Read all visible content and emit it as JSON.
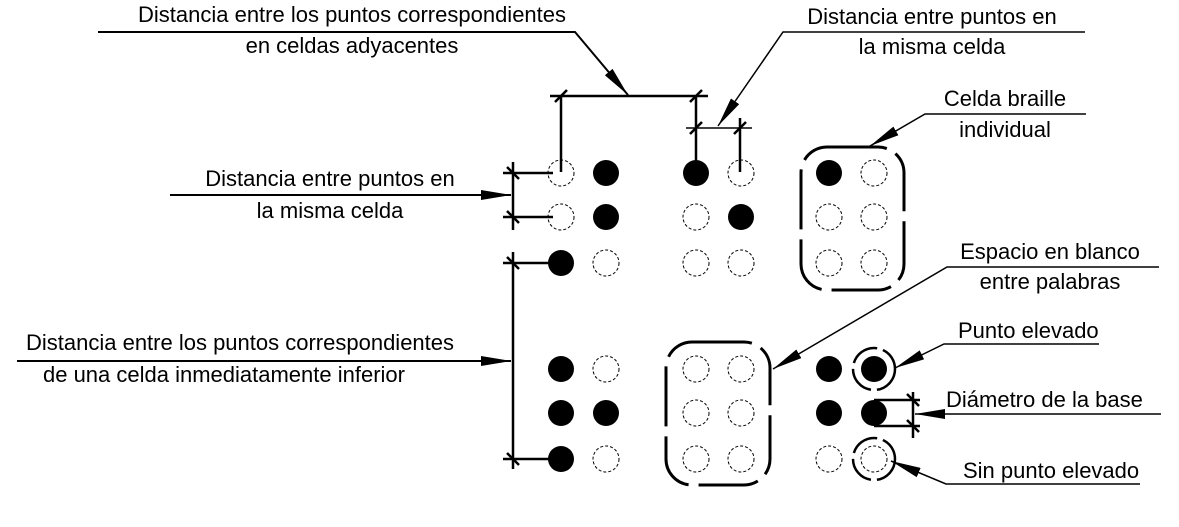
{
  "labels": {
    "adjacent_cells": [
      "Distancia entre los puntos correspondientes",
      "en celdas adyacentes"
    ],
    "same_cell_top": [
      "Distancia entre puntos en",
      "la misma celda"
    ],
    "single_cell": [
      "Celda braille",
      "individual"
    ],
    "same_cell_left": [
      "Distancia entre puntos en",
      "la misma celda"
    ],
    "blank_space": [
      "Espacio en blanco",
      "entre palabras"
    ],
    "lower_cell": [
      "Distancia entre los puntos correspondientes",
      "de una celda inmediatamente inferior"
    ],
    "raised_dot": "Punto elevado",
    "base_diameter": "Diámetro de la base",
    "no_raised_dot": "Sin punto elevado"
  },
  "cells": [
    {
      "name": "cell-top-1",
      "dots": [
        [
          0,
          1
        ],
        [
          0,
          1
        ],
        [
          1,
          0
        ]
      ]
    },
    {
      "name": "cell-top-2",
      "dots": [
        [
          1,
          0
        ],
        [
          0,
          1
        ],
        [
          0,
          0
        ]
      ]
    },
    {
      "name": "cell-individual",
      "dots": [
        [
          1,
          0
        ],
        [
          0,
          0
        ],
        [
          0,
          0
        ]
      ],
      "boxed": true
    },
    {
      "name": "cell-bottom-1",
      "dots": [
        [
          1,
          0
        ],
        [
          1,
          1
        ],
        [
          1,
          0
        ]
      ]
    },
    {
      "name": "cell-blank-space",
      "dots": [
        [
          0,
          0
        ],
        [
          0,
          0
        ],
        [
          0,
          0
        ]
      ],
      "boxed": true
    },
    {
      "name": "cell-bottom-3",
      "dots": [
        [
          1,
          1
        ],
        [
          1,
          1
        ],
        [
          0,
          0
        ]
      ]
    }
  ],
  "colors": {
    "ink": "#000000",
    "background": "#ffffff"
  }
}
